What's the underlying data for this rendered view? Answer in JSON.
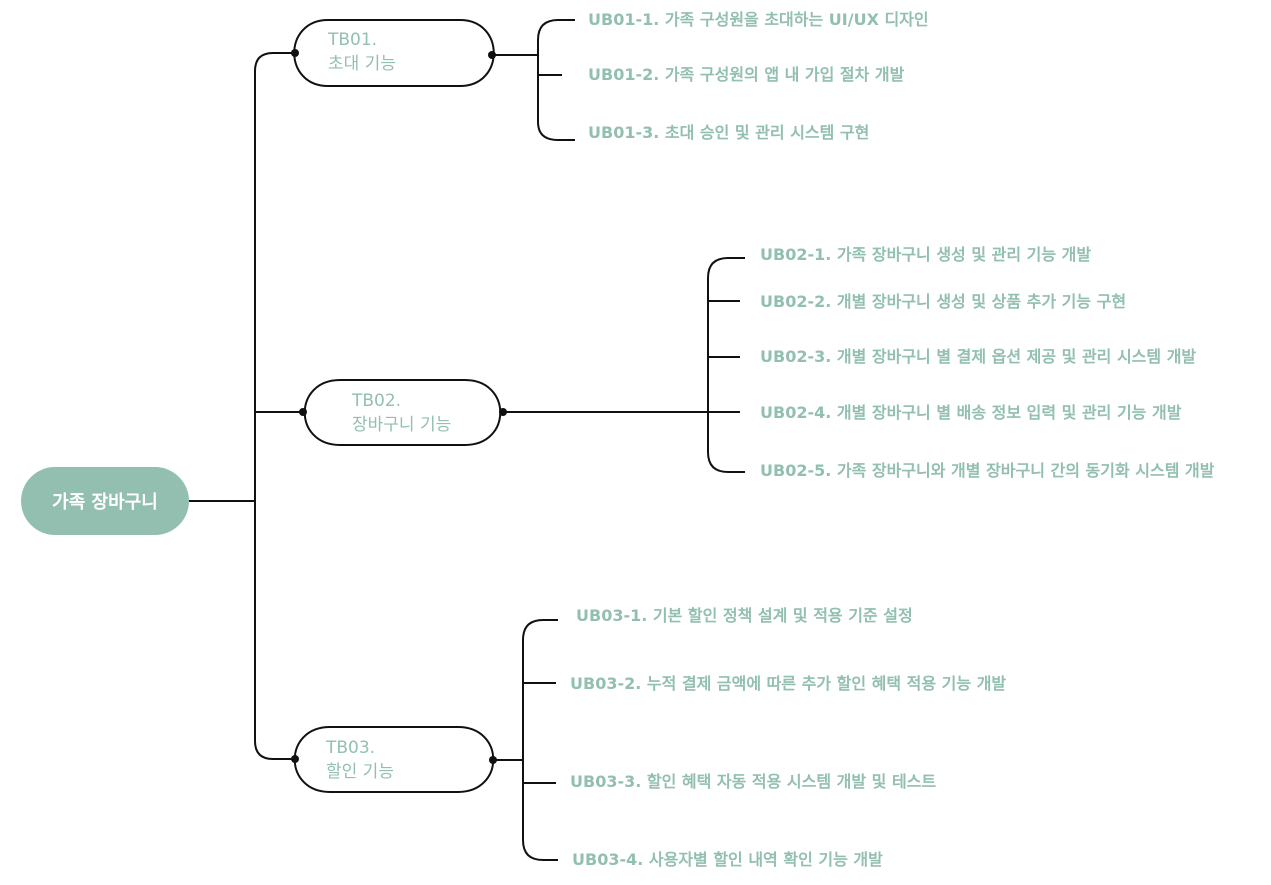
{
  "root": {
    "label": "가족 장바구니"
  },
  "branches": [
    {
      "code": "TB01.",
      "name": "초대 기능",
      "items": [
        "UB01-1. 가족 구성원을 초대하는 UI/UX 디자인",
        "UB01-2. 가족 구성원의 앱 내 가입 절차 개발",
        "UB01-3. 초대 승인 및 관리 시스템 구현"
      ]
    },
    {
      "code": "TB02.",
      "name": "장바구니 기능",
      "items": [
        "UB02-1. 가족 장바구니 생성 및 관리 기능 개발",
        "UB02-2. 개별 장바구니 생성 및 상품 추가 기능 구현",
        "UB02-3. 개별 장바구니 별 결제 옵션 제공 및 관리 시스템 개발",
        "UB02-4. 개별 장바구니 별 배송 정보 입력 및 관리 기능 개발",
        "UB02-5. 가족 장바구니와 개별 장바구니 간의 동기화 시스템 개발"
      ]
    },
    {
      "code": "TB03.",
      "name": "할인 기능",
      "items": [
        "UB03-1. 기본 할인 정책 설계 및 적용 기준 설정",
        "UB03-2. 누적 결제 금액에 따른 추가 할인 혜택 적용 기능 개발",
        "UB03-3. 할인 혜택 자동 적용 시스템 개발 및 테스트",
        "UB03-4. 사용자별 할인 내역 확인 기능 개발"
      ]
    }
  ],
  "colors": {
    "accent": "#92bfb0",
    "line": "#111111",
    "root_text": "#ffffff"
  }
}
